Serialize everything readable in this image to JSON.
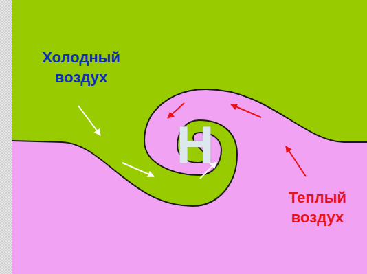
{
  "diagram": {
    "labels": [
      "Холодный воздух",
      "Н",
      "Теплый воздух"
    ]
  }
}
